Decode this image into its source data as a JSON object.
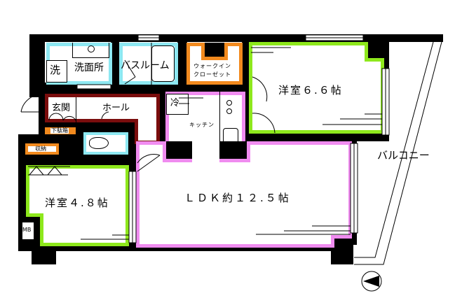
{
  "floorplan": {
    "rooms": {
      "washroom": {
        "label": "洗面所",
        "color": "#8de8f2"
      },
      "washing_machine": {
        "label": "洗"
      },
      "bathroom": {
        "label": "バスルーム",
        "color": "#8de8f2"
      },
      "walk_in_closet": {
        "label_line1": "ウォークイン",
        "label_line2": "クローゼット",
        "color": "#f28a1e"
      },
      "western_room_1": {
        "label": "洋室６.６帖",
        "color": "#8ee81c"
      },
      "entrance": {
        "label": "玄関",
        "color": "#7a0d0d"
      },
      "hall": {
        "label": "ホール",
        "color": "#7a0d0d"
      },
      "shoe_box": {
        "label": "下駄箱",
        "color": "#f28a1e"
      },
      "refrigerator": {
        "label": "冷"
      },
      "kitchen": {
        "label": "キッチン",
        "color": "#f08cf0"
      },
      "toilet": {
        "color": "#8de8f2"
      },
      "storage": {
        "label": "収納",
        "color": "#f28a1e"
      },
      "western_room_2": {
        "label": "洋室４.８帖",
        "color": "#8ee81c"
      },
      "ldk": {
        "label": "ＬＤＫ約１２.５帖",
        "color": "#f08cf0"
      },
      "balcony": {
        "label": "バルコニー"
      },
      "meter_box": {
        "label": "MB"
      }
    },
    "compass": {
      "direction": "west"
    }
  }
}
